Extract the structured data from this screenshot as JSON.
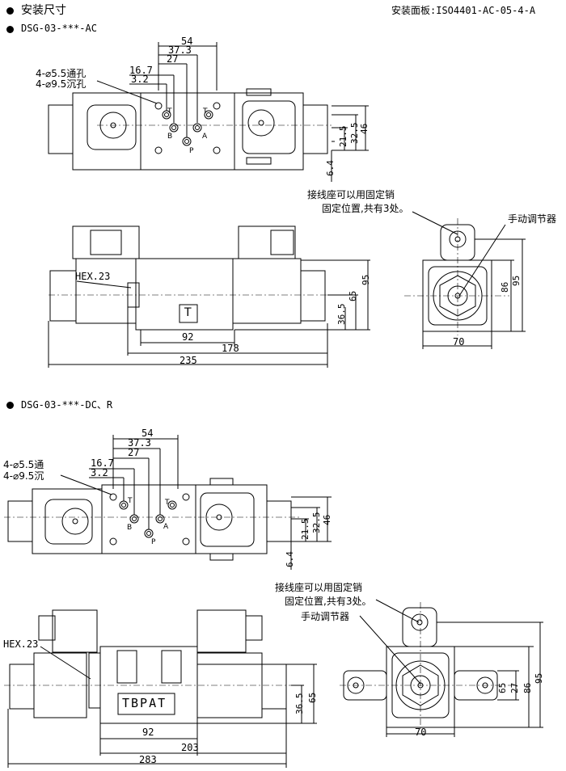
{
  "header": {
    "title": "安装尺寸",
    "mounting_face": "安装面板:ISO4401-AC-05-4-A"
  },
  "section_ac": {
    "model": "DSG-03-***-AC",
    "hole_note_1": "4-⌀5.5通孔",
    "hole_note_2": "4-⌀9.5沉孔",
    "dims_top": [
      "54",
      "37.3",
      "27",
      "16.7",
      "3.2"
    ],
    "dims_right": [
      "46",
      "32.5",
      "21.5",
      "6.4"
    ],
    "ports": [
      "T",
      "B",
      "T",
      "A",
      "P"
    ],
    "hex": "HEX.23",
    "label_T": "T",
    "side_dims": [
      "95",
      "65",
      "36.5"
    ],
    "bottom_dims": [
      "92",
      "178",
      "235"
    ],
    "connector_note_1": "接线座可以用固定销",
    "connector_note_2": "固定位置,共有3处。",
    "manual_override": "手动调节器",
    "end_view_dims": [
      "86",
      "95",
      "70"
    ]
  },
  "section_dc": {
    "model": "DSG-03-***-DC、R",
    "hole_note_1": "4-⌀5.5通",
    "hole_note_2": "4-⌀9.5沉",
    "dims_top": [
      "54",
      "37.3",
      "27",
      "16.7",
      "3.2"
    ],
    "dims_right": [
      "46",
      "32.5",
      "21.5",
      "6.4"
    ],
    "ports": [
      "T",
      "B",
      "T",
      "A",
      "P"
    ],
    "hex": "HEX.23",
    "label_tbpat": "TBPAT",
    "side_dims": [
      "65",
      "36.5"
    ],
    "bottom_dims": [
      "92",
      "203",
      "283"
    ],
    "connector_note_1": "接线座可以用固定销",
    "connector_note_2": "固定位置,共有3处。",
    "manual_override": "手动调节器",
    "end_view_dims": [
      "27",
      "65",
      "86",
      "95",
      "70"
    ]
  }
}
